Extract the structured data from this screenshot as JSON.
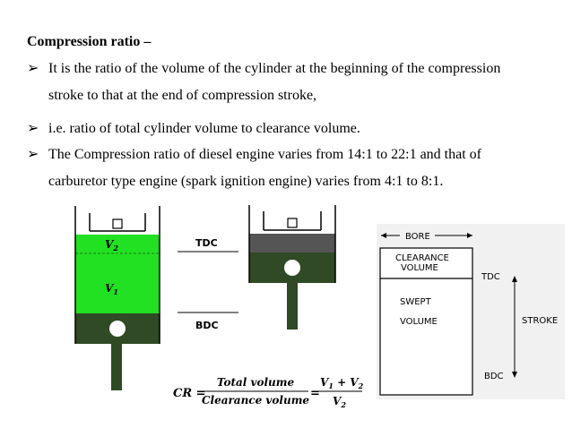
{
  "slide": {
    "heading": "Compression ratio –",
    "bullets": [
      {
        "line1": "It is the ratio of the volume of the cylinder at the beginning of the compression",
        "line2": "stroke to that at the end of compression stroke,"
      },
      {
        "line1": "i.e. ratio of total cylinder volume to clearance volume.",
        "line2": ""
      },
      {
        "line1": "The Compression ratio of diesel engine varies from 14:1 to 22:1 and that of",
        "line2": "carburetor type engine (spark ignition engine) varies from 4:1 to 8:1."
      }
    ]
  },
  "diagram": {
    "left_cylinder": {
      "v2_label": "V",
      "v2_sub": "2",
      "v1_label": "V",
      "v1_sub": "1"
    },
    "tdc_label": "TDC",
    "bdc_label": "BDC",
    "right_panel": {
      "bore": "BORE",
      "clearance_line1": "CLEARANCE",
      "clearance_line2": "VOLUME",
      "tdc": "TDC",
      "swept": "SWEPT",
      "volume": "VOLUME",
      "stroke": "STROKE",
      "bdc": "BDC"
    },
    "formula": {
      "cr": "CR =",
      "numerator": "Total volume",
      "denominator": "Clearance volume",
      "equals": "=",
      "num2": "V",
      "num2_sub1": "1",
      "num2_plus": " + V",
      "num2_sub2": "2",
      "den2": "V",
      "den2_sub": "2"
    }
  },
  "colors": {
    "bright_green": "#22e022",
    "dark_green": "#2f4a24",
    "dark_gray": "#555555"
  }
}
